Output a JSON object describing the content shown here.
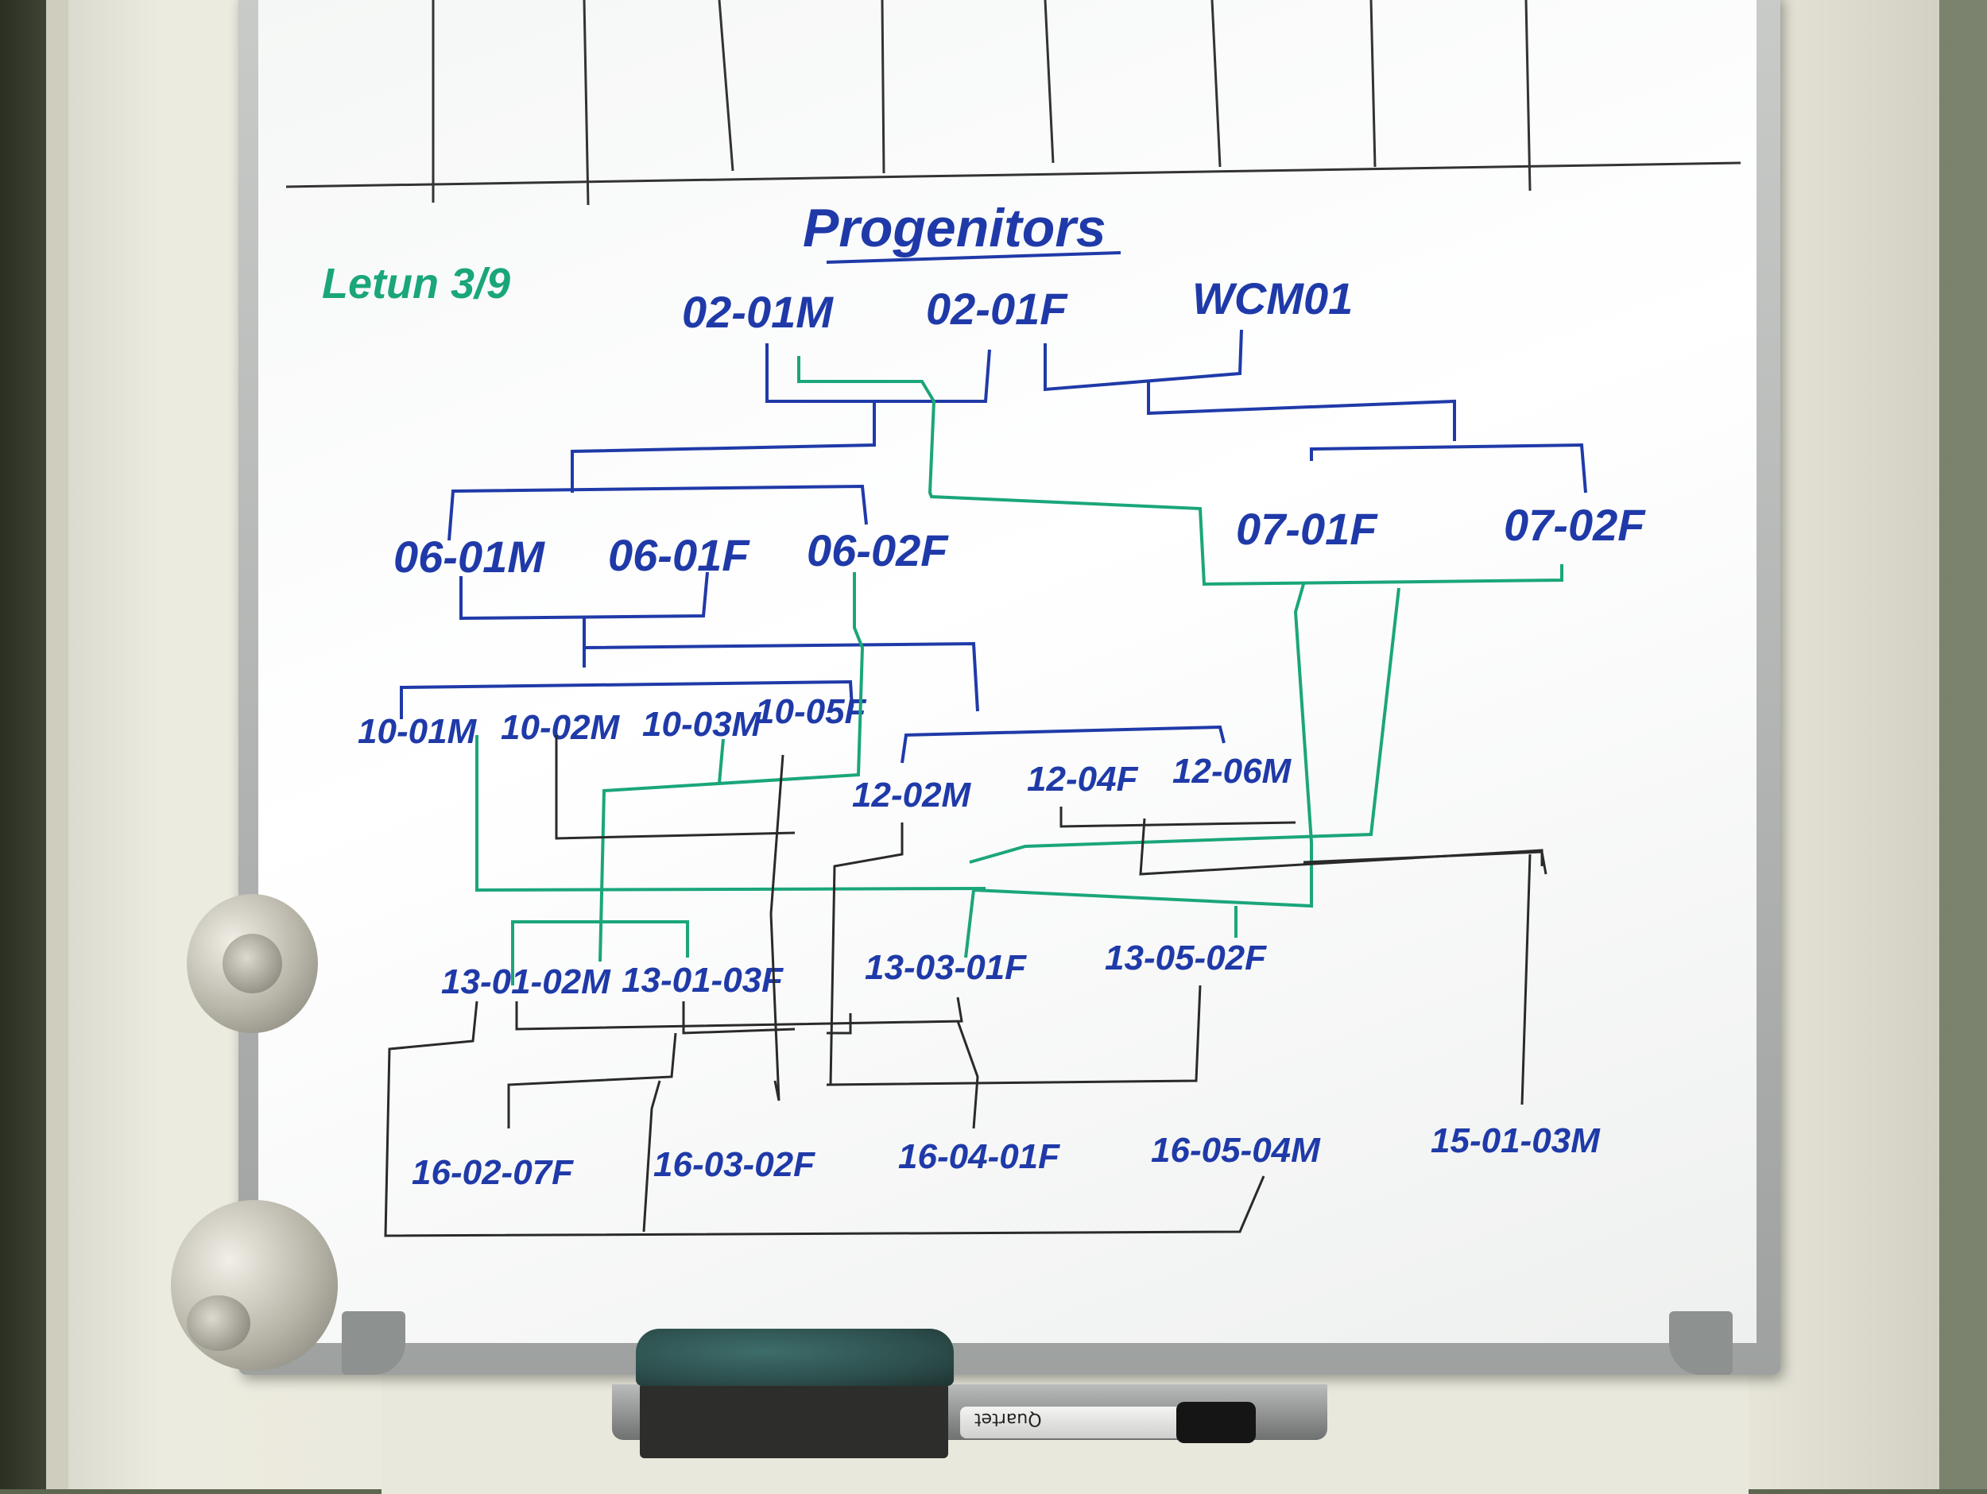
{
  "whiteboard": {
    "title": "Progenitors",
    "note": "Letun 3/9",
    "generations": [
      {
        "row": "progenitors",
        "labels": [
          "02-01M",
          "02-01F",
          "WCM01"
        ]
      },
      {
        "row": "gen-06-07",
        "labels": [
          "06-01M",
          "06-01F",
          "06-02F",
          "07-01F",
          "07-02F"
        ]
      },
      {
        "row": "gen-10-12",
        "labels": [
          "10-01M",
          "10-02M",
          "10-03M",
          "10-05F",
          "12-02M",
          "12-04F",
          "12-06M"
        ]
      },
      {
        "row": "gen-13",
        "labels": [
          "13-01-02M",
          "13-01-03F",
          "13-03-01F",
          "13-05-02F"
        ]
      },
      {
        "row": "gen-15-16",
        "labels": [
          "16-02-07F",
          "16-03-02F",
          "16-04-01F",
          "16-05-04M",
          "15-01-03M"
        ]
      }
    ],
    "ink_colors": {
      "blue": "#1f3aa8",
      "green": "#1aa67a",
      "black": "#2a2a2a"
    }
  },
  "marker": {
    "brand": "Quartet"
  }
}
